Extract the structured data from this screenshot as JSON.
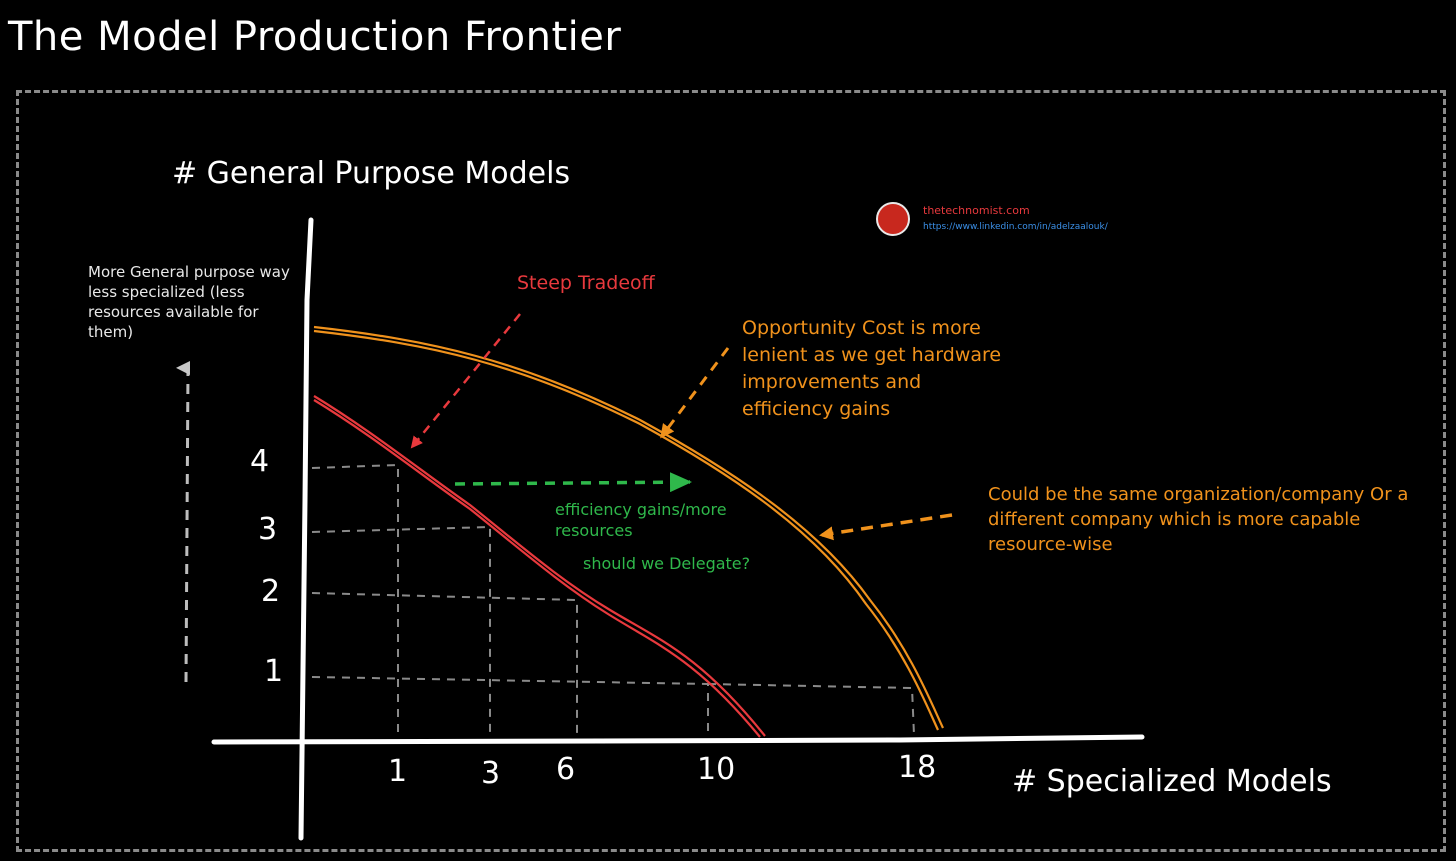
{
  "title": "The Model Production Frontier",
  "y_axis_label": "# General Purpose Models",
  "x_axis_label": "# Specialized Models",
  "y_note": "More General purpose way less specialized (less resources available for them)",
  "annotations": {
    "steep": "Steep Tradeoff",
    "opportunity": "Opportunity Cost is more lenient as we get hardware improvements and efficiency gains",
    "could_be": "Could be the same organization/company Or a different company which is more capable resource-wise",
    "efficiency": "efficiency gains/more resources",
    "delegate": "should we Delegate?"
  },
  "y_ticks": [
    "4",
    "3",
    "2",
    "1"
  ],
  "x_ticks": [
    "1",
    "3",
    "6",
    "10",
    "18"
  ],
  "brand": {
    "site": "thetechnomist.com",
    "url": "https://www.linkedin.com/in/adelzaalouk/"
  },
  "colors": {
    "inner_frontier": "#e8393d",
    "outer_frontier": "#f0921c",
    "shift_arrow": "#2fb84b",
    "grid": "#8a8a8a"
  }
}
